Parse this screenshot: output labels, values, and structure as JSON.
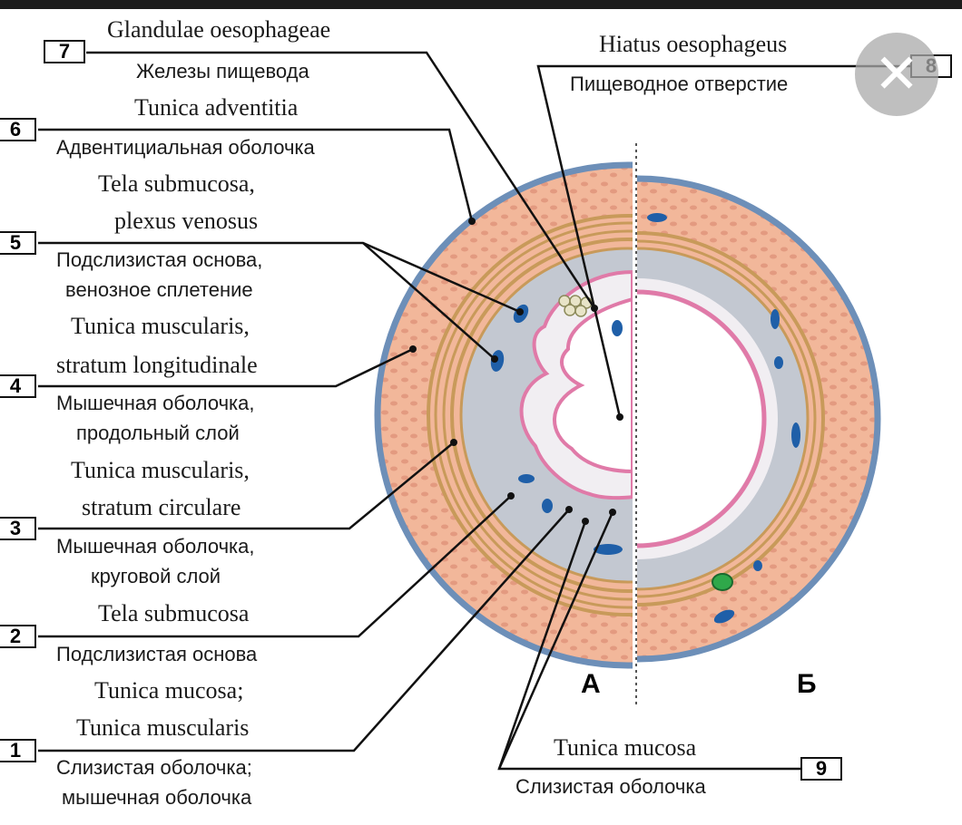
{
  "labels": {
    "l7_lat": "Glandulae oesophageae",
    "l7_ru": "Железы пищевода",
    "l6_lat": "Tunica adventitia",
    "l6_ru": "Адвентициальная оболочка",
    "l5_lat1": "Tela submucosa,",
    "l5_lat2": "plexus venosus",
    "l5_ru1": "Подслизистая основа,",
    "l5_ru2": "венозное сплетение",
    "l4_lat1": "Tunica muscularis,",
    "l4_lat2": "stratum longitudinale",
    "l4_ru1": "Мышечная оболочка,",
    "l4_ru2": "продольный слой",
    "l3_lat1": "Tunica muscularis,",
    "l3_lat2": "stratum circulare",
    "l3_ru1": "Мышечная оболочка,",
    "l3_ru2": "круговой слой",
    "l2_lat": "Tela submucosa",
    "l2_ru": "Подслизистая основа",
    "l1_lat1": "Tunica mucosa;",
    "l1_lat2": "Tunica muscularis",
    "l1_ru1": "Слизистая оболочка;",
    "l1_ru2": "мышечная оболочка",
    "l8_lat": "Hiatus oesophageus",
    "l8_ru": "Пищеводное отверстие",
    "l9_lat": "Tunica mucosa",
    "l9_ru": "Слизистая оболочка"
  },
  "numbers": {
    "n1": "1",
    "n2": "2",
    "n3": "3",
    "n4": "4",
    "n5": "5",
    "n6": "6",
    "n7": "7",
    "n8": "8",
    "n9": "9"
  },
  "panels": {
    "a": "А",
    "b": "Б"
  },
  "colors": {
    "adventitia": "#f2b79a",
    "adventitia_edge": "#6d8fb8",
    "muscle_line": "#c89a5a",
    "submucosa": "#c3c8d1",
    "mucosa_pink": "#e07aa8",
    "lumen": "#f1eef2",
    "vein": "#1f5fa8",
    "gland": "#e8e4c8",
    "green": "#2fa84a"
  },
  "icons": {
    "close": "close-icon"
  }
}
